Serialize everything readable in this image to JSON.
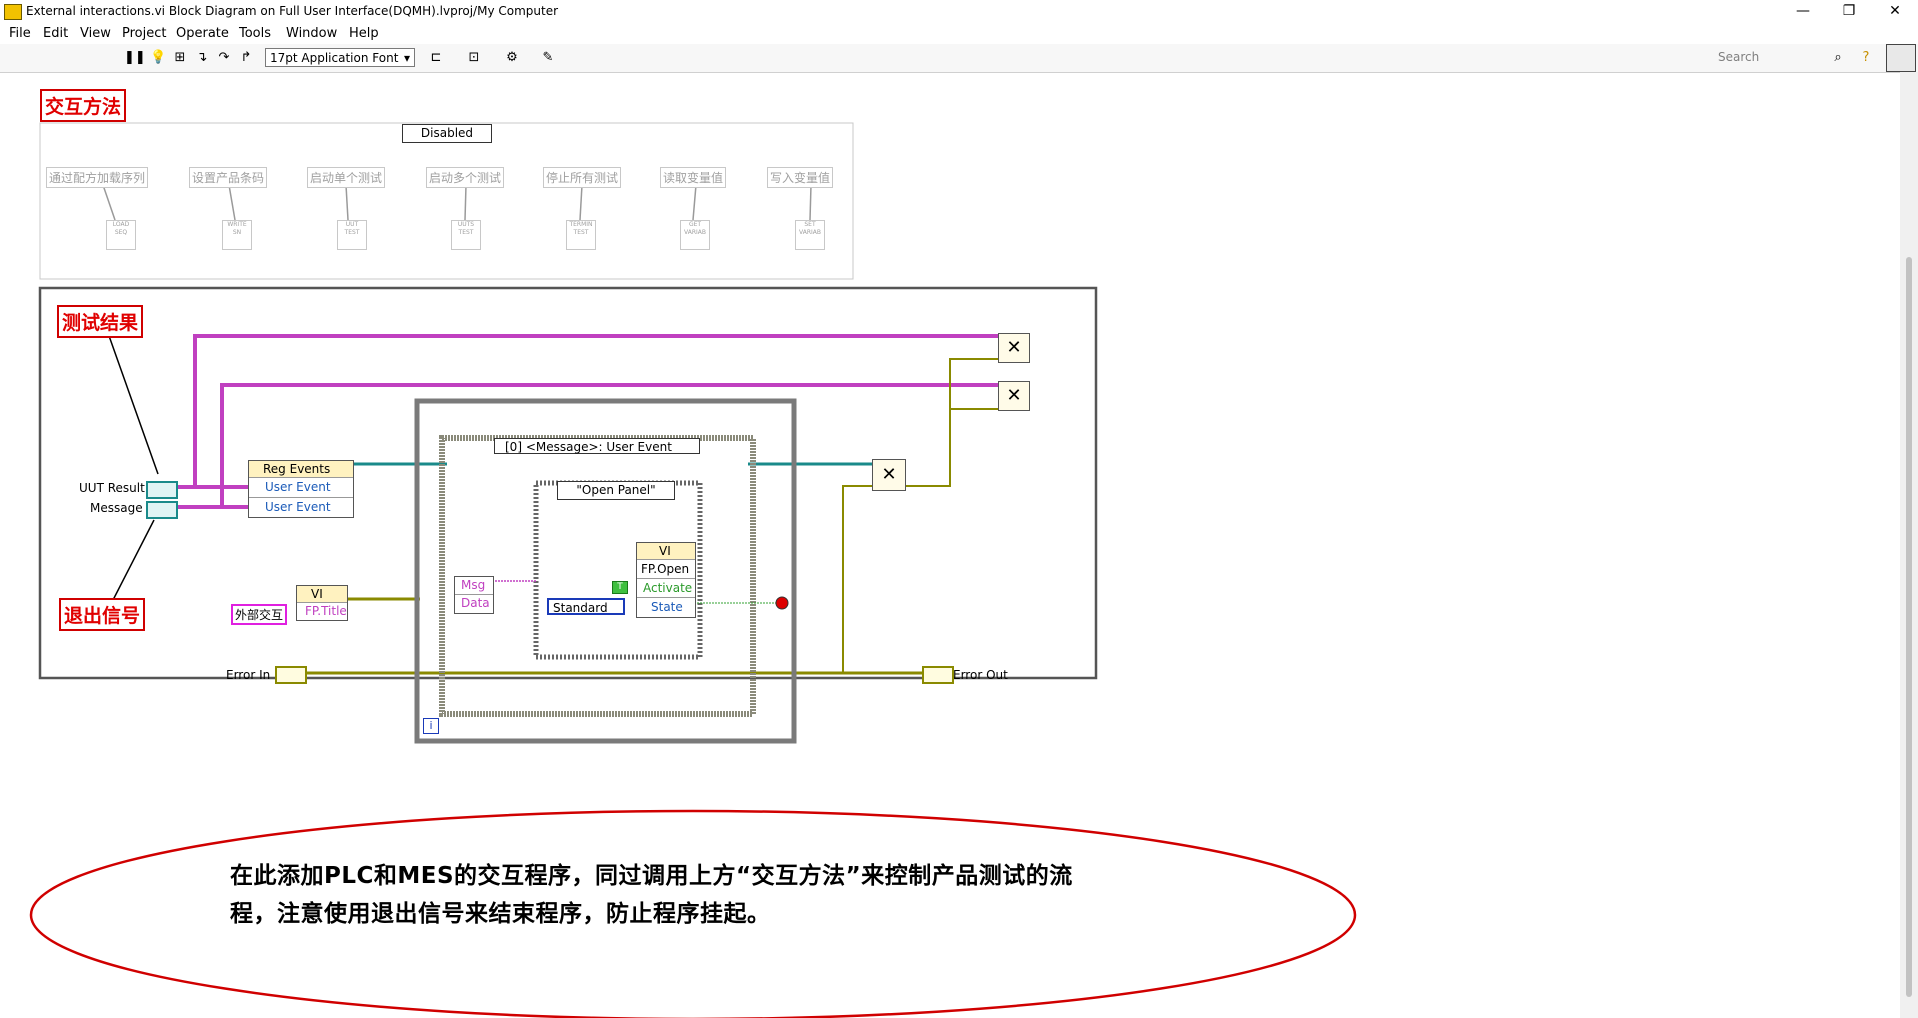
{
  "window": {
    "title": "External interactions.vi Block Diagram on Full User Interface(DQMH).lvproj/My Computer",
    "minimize": "—",
    "maximize": "❐",
    "close": "✕"
  },
  "menu": [
    "File",
    "Edit",
    "View",
    "Project",
    "Operate",
    "Tools",
    "Window",
    "Help"
  ],
  "toolbar": {
    "font": "17pt Application Font",
    "search_placeholder": "Search"
  },
  "diagram": {
    "methods_label": "交互方法",
    "results_label": "测试结果",
    "exit_label": "退出信号",
    "disabled_selector": "Disabled",
    "methods": [
      {
        "label": "通过配方加载序列",
        "icon": "LOAD SEQ"
      },
      {
        "label": "设置产品条码",
        "icon": "WRITE SN"
      },
      {
        "label": "启动单个测试",
        "icon": "UUT TEST"
      },
      {
        "label": "启动多个测试",
        "icon": "UUTS TEST"
      },
      {
        "label": "停止所有测试",
        "icon": "TERMIN TEST"
      },
      {
        "label": "读取变量值",
        "icon": "GET VARIAB"
      },
      {
        "label": "写入变量值",
        "icon": "SET VARIAB"
      }
    ],
    "uut_result": "UUT Result",
    "message": "Message",
    "reg_events": "Reg Events",
    "user_event_1": "User Event",
    "user_event_2": "User Event",
    "vi_ref": "VI",
    "title_const": "外部交互",
    "fp_title": "FP.Title",
    "error_in": "Error In",
    "error_out": "Error Out",
    "event_case": "[0] <Message>: User Event",
    "case_selector": "\"Open Panel\"",
    "msg": "Msg",
    "data": "Data",
    "vi_node": "VI",
    "fp_open": "FP.Open",
    "activate": "Activate",
    "state": "State",
    "standard": "Standard",
    "loop_index": "i",
    "note_line1": "在此添加PLC和MES的交互程序，同过调用上方“交互方法”来控制产品测试的流",
    "note_line2": "程，注意使用退出信号来结束程序，防止程序挂起。"
  }
}
